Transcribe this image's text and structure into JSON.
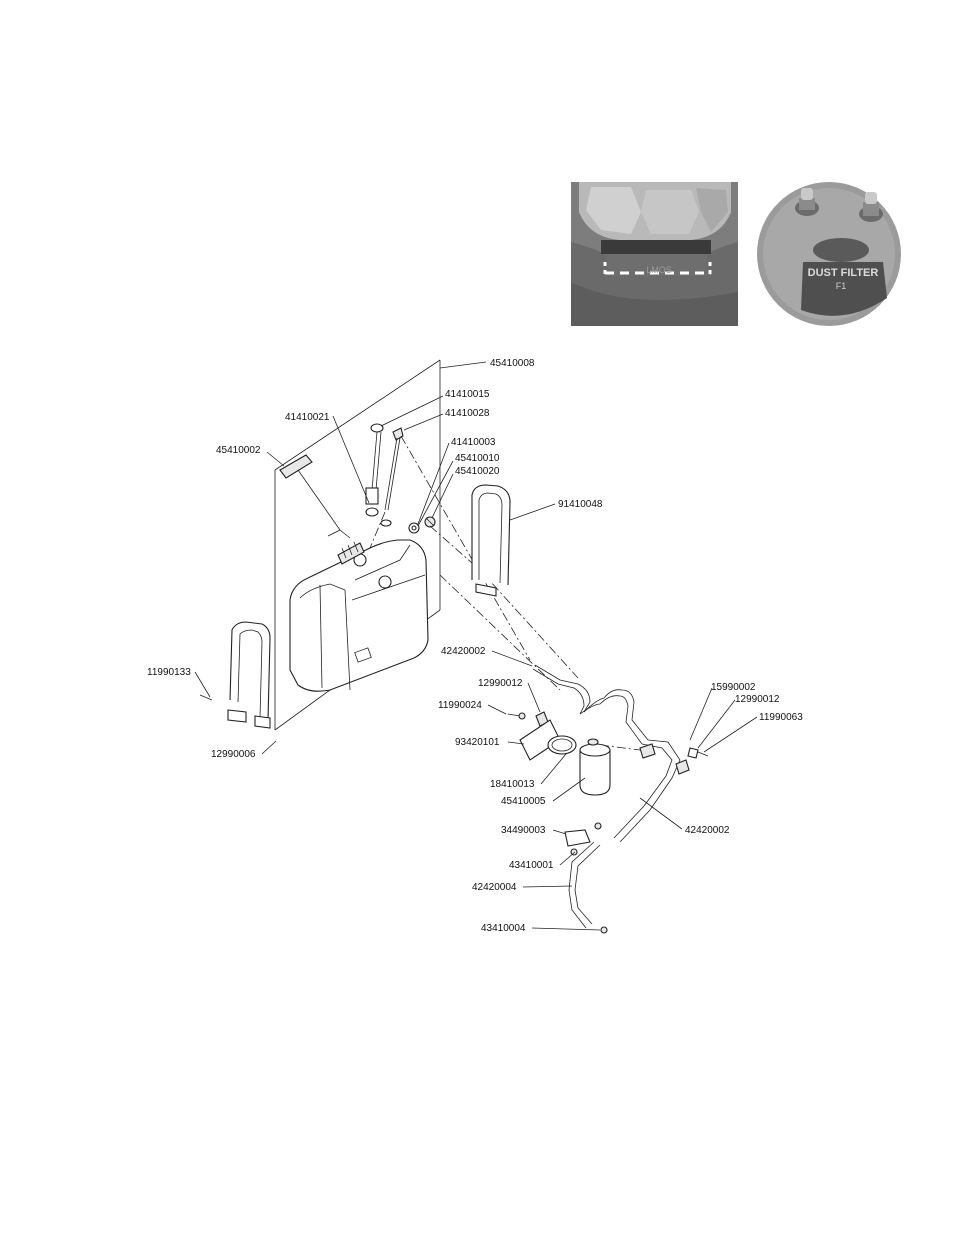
{
  "photos": {
    "left": {
      "stamped_text": "LMOS"
    },
    "right": {
      "filter_text": "DUST FILTER",
      "filter_code": "F1"
    }
  },
  "callouts": [
    "45410008",
    "41410015",
    "41410028",
    "41410021",
    "41410003",
    "45410010",
    "45410020",
    "45410002",
    "91410048",
    "11990133",
    "12990006",
    "42420002",
    "12990012",
    "11990024",
    "93420101",
    "18410013",
    "45410005",
    "15990002",
    "12990012",
    "11990063",
    "42420002",
    "34490003",
    "43410001",
    "42420004",
    "43410004"
  ]
}
